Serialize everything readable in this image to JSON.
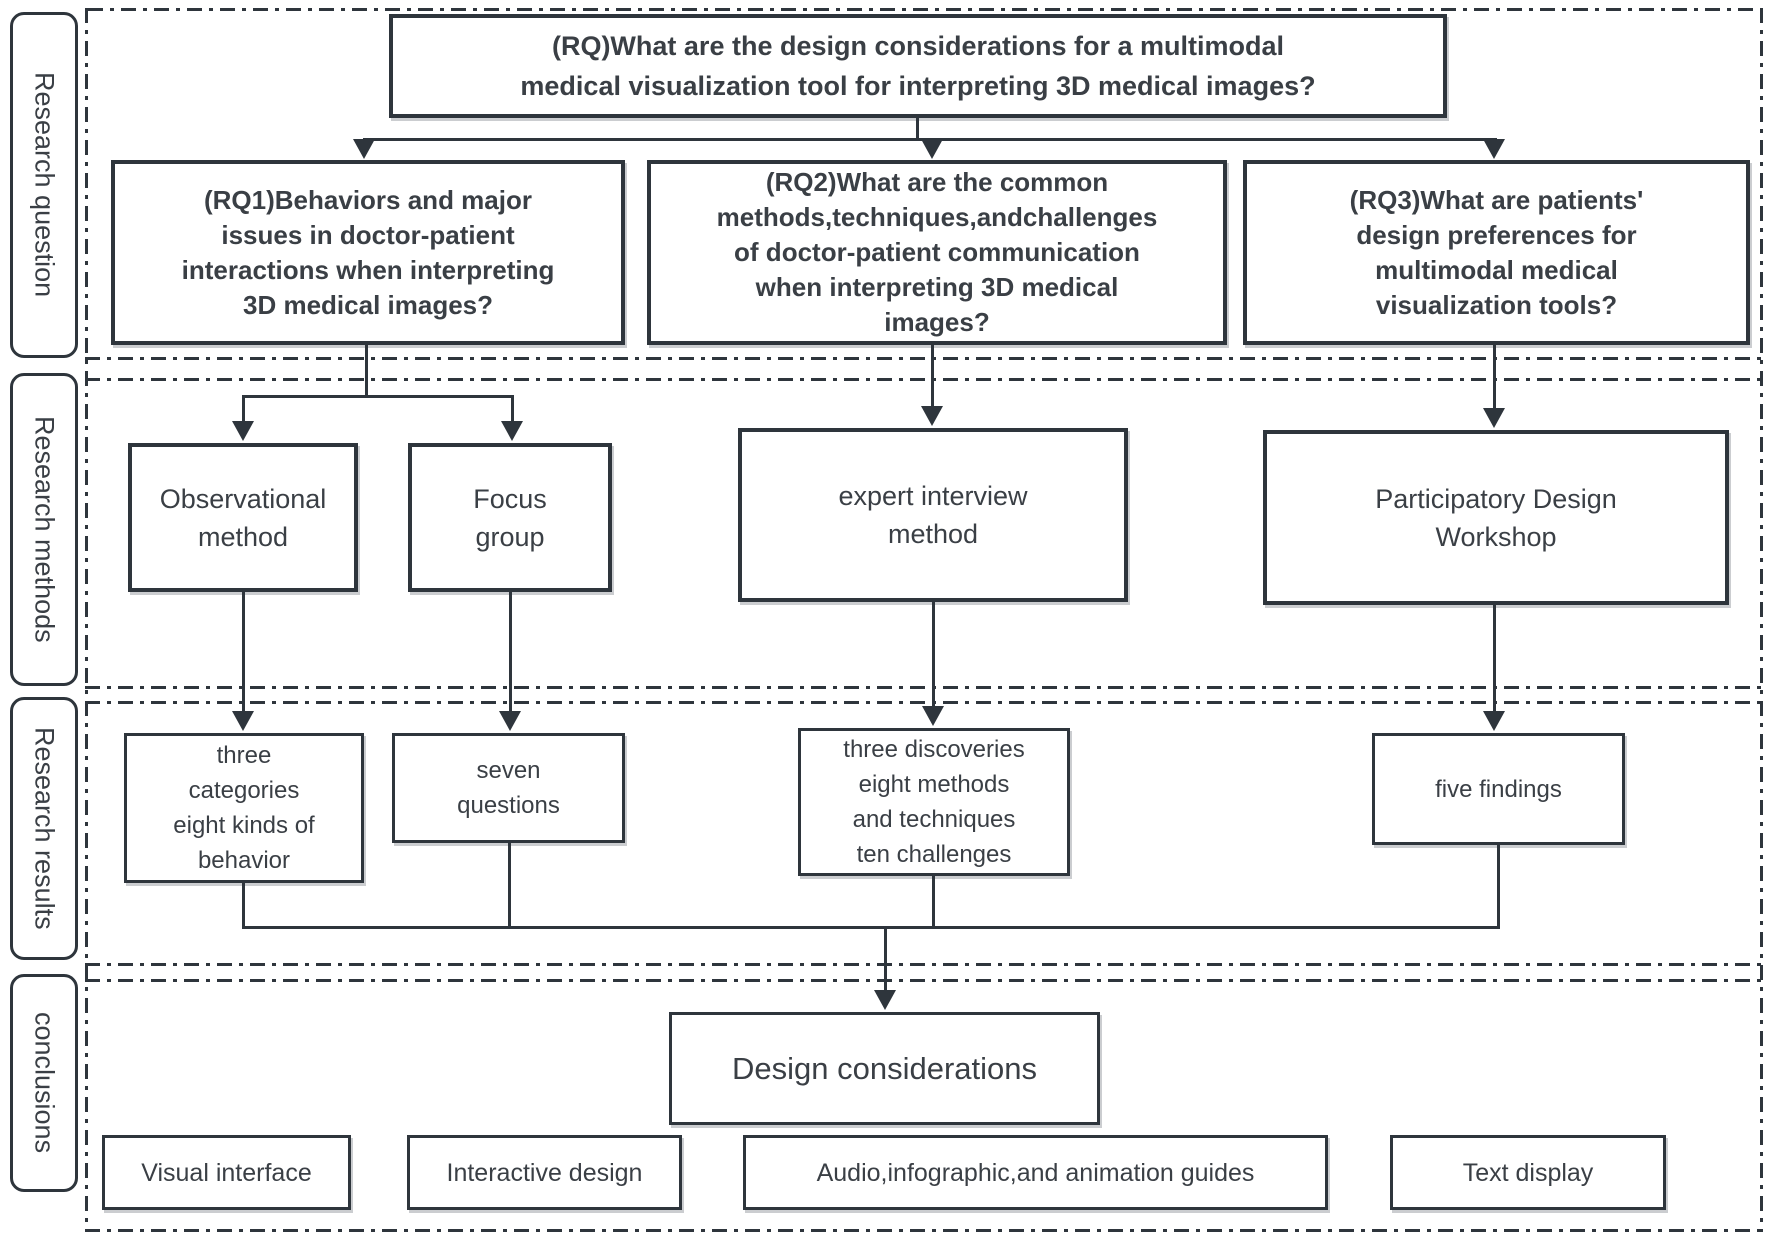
{
  "diagram": {
    "section_labels": [
      "Research question",
      "Research methods",
      "Research results",
      "conclusions"
    ],
    "research_question": {
      "main": "(RQ)What are the design considerations for a multimodal\nmedical visualization tool for interpreting 3D medical images?",
      "rq1": "(RQ1)Behaviors and major\nissues in doctor-patient\ninteractions when interpreting\n3D medical images?",
      "rq2": "(RQ2)What are the common\nmethods,techniques,andchallenges\nof doctor-patient communication\nwhen interpreting 3D medical\nimages?",
      "rq3": "(RQ3)What are patients'\ndesign preferences for\nmultimodal medical\nvisualization tools?"
    },
    "research_methods": {
      "observational": "Observational\nmethod",
      "focus_group": "Focus\ngroup",
      "expert_interview": "expert interview\nmethod",
      "participatory_workshop": "Participatory Design\nWorkshop"
    },
    "research_results": {
      "observation_result": "three\ncategories\neight kinds of\nbehavior",
      "focus_group_result": "seven\nquestions",
      "interview_result": "three discoveries\neight methods\nand techniques\nten challenges",
      "workshop_result": "five findings"
    },
    "conclusions": {
      "main": "Design considerations",
      "items": [
        "Visual interface",
        "Interactive design",
        "Audio,infographic,and animation guides",
        "Text display"
      ]
    },
    "colors": {
      "stroke": "#2e353c",
      "text": "#3a3f45",
      "background": "#ffffff"
    }
  }
}
